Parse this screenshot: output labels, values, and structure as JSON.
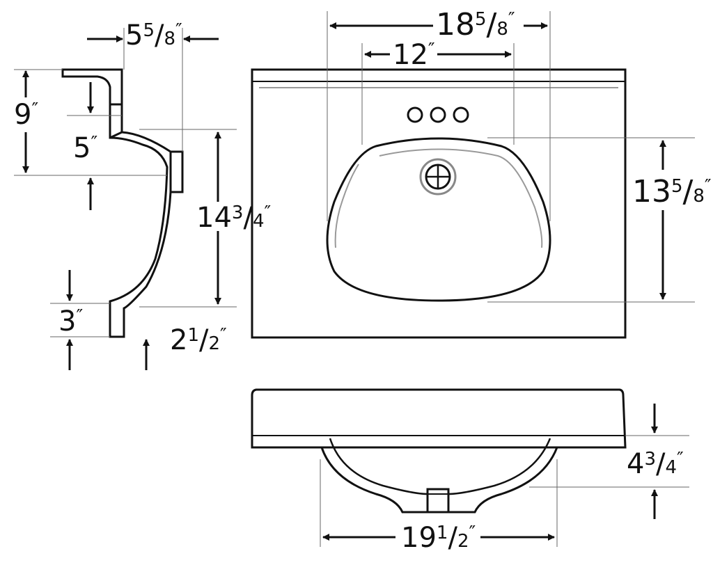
{
  "dimensions": {
    "side_top_width": {
      "whole": "5",
      "frac_num": "5",
      "frac_den": "8"
    },
    "side_backsplash": {
      "whole": "9",
      "mark": "″"
    },
    "side_bowl_offset": {
      "whole": "5",
      "mark": "″"
    },
    "side_total_depth": {
      "whole": "14",
      "frac_num": "3",
      "frac_den": "4"
    },
    "side_bottom": {
      "whole": "3",
      "mark": "″"
    },
    "side_bottom_offset": {
      "whole": "2",
      "frac_num": "1",
      "frac_den": "2"
    },
    "top_overall_width": {
      "whole": "18",
      "frac_num": "5",
      "frac_den": "8"
    },
    "top_faucet_span": {
      "whole": "12",
      "mark": "″"
    },
    "top_bowl_depth": {
      "whole": "13",
      "frac_num": "5",
      "frac_den": "8"
    },
    "front_bowl_height": {
      "whole": "4",
      "frac_num": "3",
      "frac_den": "4"
    },
    "front_bowl_width": {
      "whole": "19",
      "frac_num": "1",
      "frac_den": "2"
    }
  },
  "inch_mark": "″"
}
